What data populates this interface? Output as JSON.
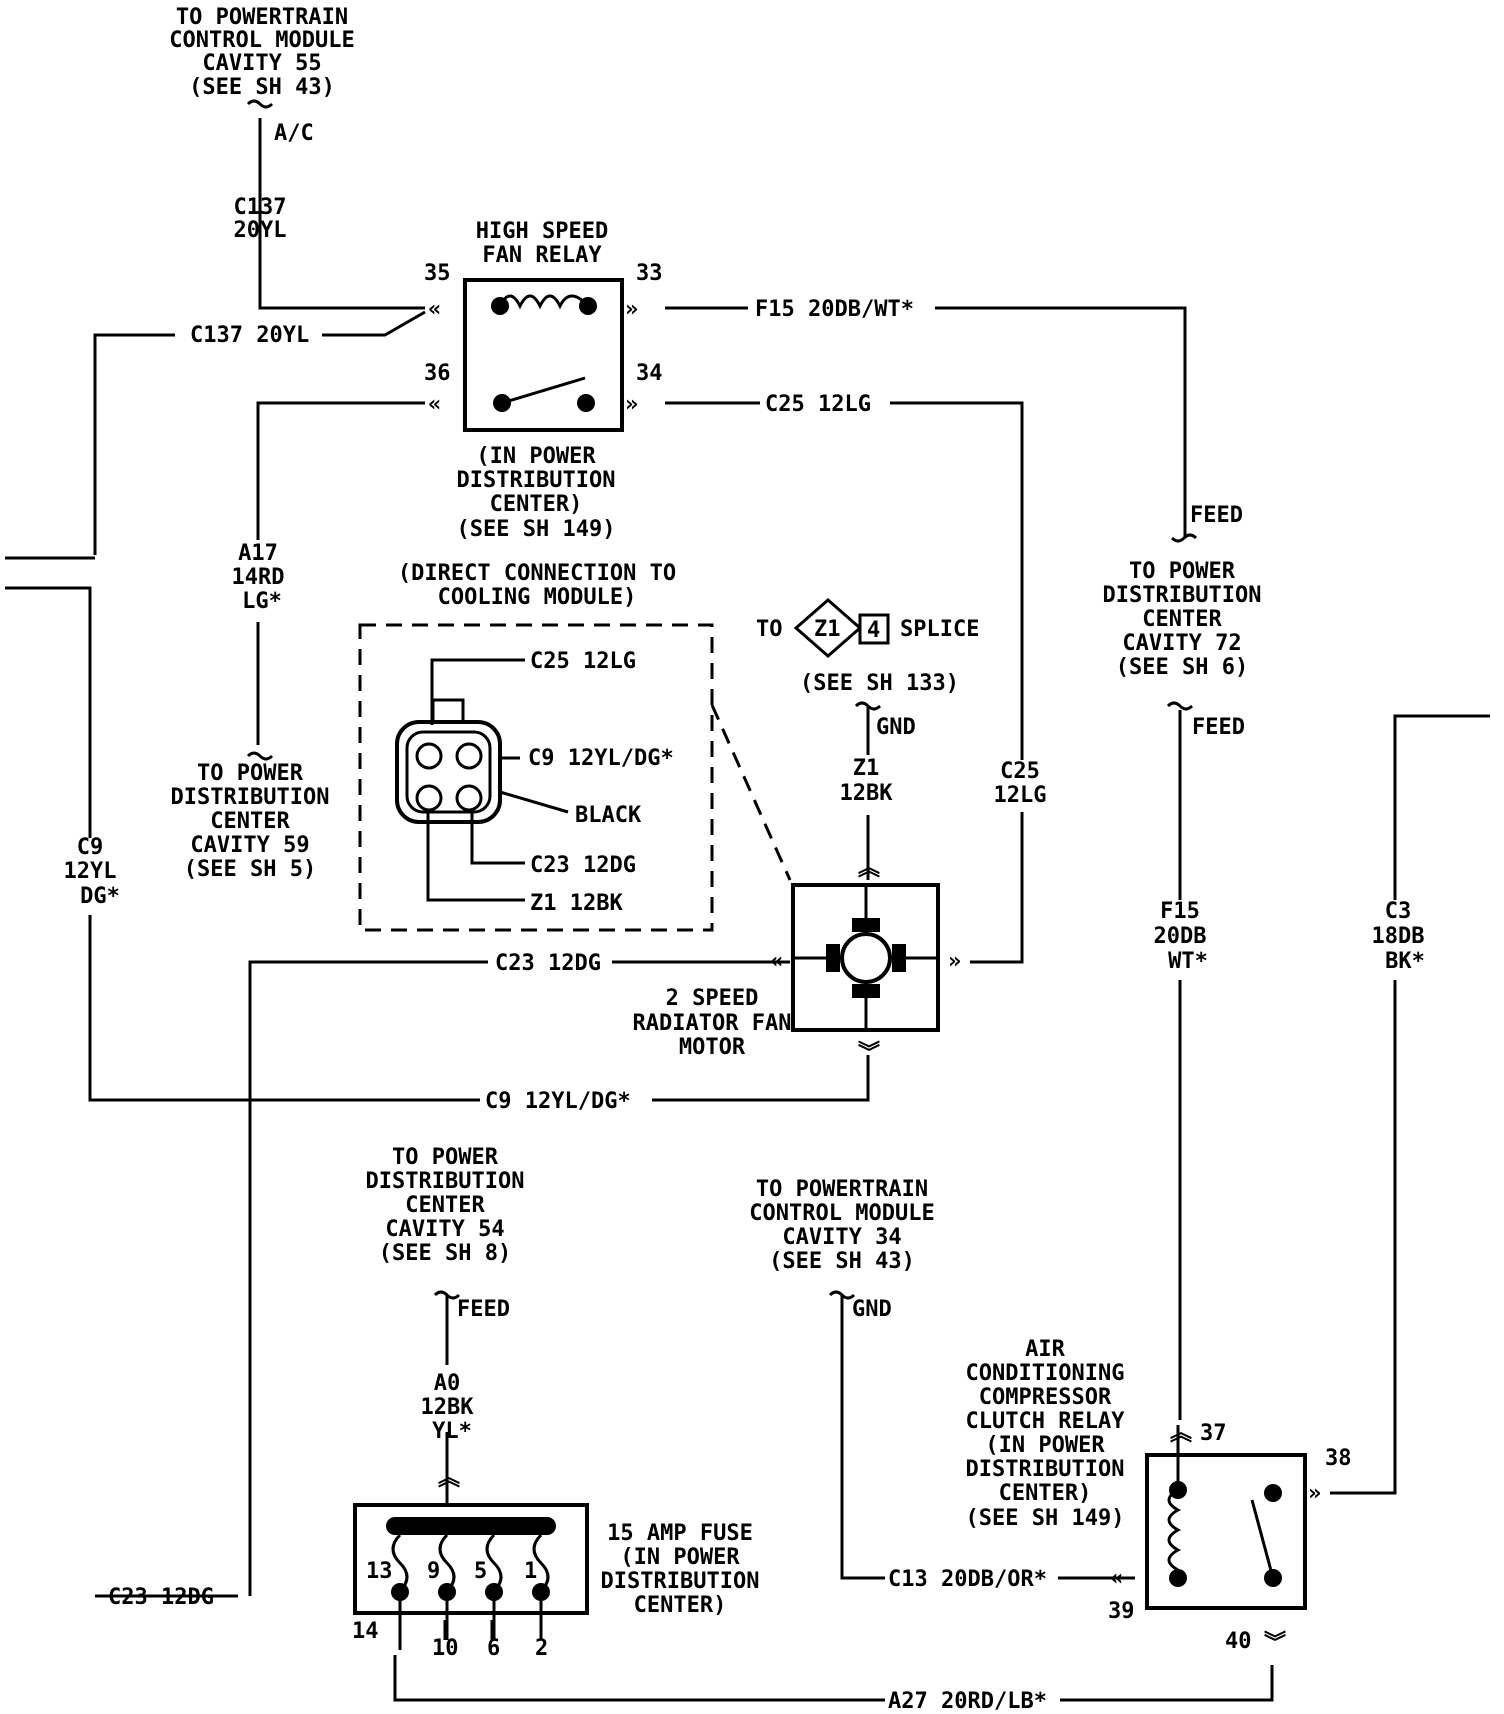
{
  "labels": {
    "pcm_top": [
      "TO POWERTRAIN",
      "CONTROL MODULE",
      "CAVITY 55",
      "(SEE SH 43)"
    ],
    "ac": "A/C",
    "c137_v": [
      "C137",
      "20YL"
    ],
    "c137_h": "C137 20YL",
    "relay_title": [
      "HIGH SPEED",
      "FAN RELAY"
    ],
    "relay_note": [
      "(IN POWER",
      "DISTRIBUTION",
      "CENTER)",
      "(SEE SH 149)"
    ],
    "pin35": "35",
    "pin33": "33",
    "pin36": "36",
    "pin34": "34",
    "f15_top": "F15 20DB/WT*",
    "c25_top": "C25 12LG",
    "feed1": "FEED",
    "pdc72": [
      "TO POWER",
      "DISTRIBUTION",
      "CENTER",
      "CAVITY 72",
      "(SEE SH 6)"
    ],
    "feed2": "FEED",
    "a17": [
      "A17",
      "14RD",
      "LG*"
    ],
    "pdc59": [
      "TO POWER",
      "DISTRIBUTION",
      "CENTER",
      "CAVITY 59",
      "(SEE SH 5)"
    ],
    "direct": [
      "(DIRECT CONNECTION TO",
      "COOLING MODULE)"
    ],
    "conn_c25": "C25 12LG",
    "conn_c9": "C9 12YL/DG*",
    "conn_black": "BLACK",
    "conn_c23": "C23 12DG",
    "conn_z1": "Z1 12BK",
    "to": "TO",
    "z1": "Z1",
    "four": "4",
    "splice": "SPLICE",
    "see133": "(SEE SH 133)",
    "gnd1": "GND",
    "z1_v": [
      "Z1",
      "12BK"
    ],
    "c25_v": [
      "C25",
      "12LG"
    ],
    "c9_left": [
      "C9",
      "12YL",
      "DG*"
    ],
    "c23_mid": "C23 12DG",
    "motor": [
      "2 SPEED",
      "RADIATOR FAN",
      "MOTOR"
    ],
    "c9_bottom": "C9 12YL/DG*",
    "f15_v": [
      "F15",
      "20DB",
      "WT*"
    ],
    "c3_v": [
      "C3",
      "18DB",
      "BK*"
    ],
    "pdc54": [
      "TO POWER",
      "DISTRIBUTION",
      "CENTER",
      "CAVITY 54",
      "(SEE SH 8)"
    ],
    "feed3": "FEED",
    "a0": [
      "A0",
      "12BK",
      "YL*"
    ],
    "pcm34": [
      "TO POWERTRAIN",
      "CONTROL MODULE",
      "CAVITY 34",
      "(SEE SH 43)"
    ],
    "gnd2": "GND",
    "ac_relay": [
      "AIR",
      "CONDITIONING",
      "COMPRESSOR",
      "CLUTCH RELAY",
      "(IN POWER",
      "DISTRIBUTION",
      "CENTER)",
      "(SEE SH 149)"
    ],
    "pin37": "37",
    "pin38": "38",
    "pin39": "39",
    "pin40": "40",
    "fuse": [
      "15 AMP FUSE",
      "(IN POWER",
      "DISTRIBUTION",
      "CENTER)"
    ],
    "fuse_top": [
      "13",
      "9",
      "5",
      "1"
    ],
    "fuse_bot": [
      "14",
      "10",
      "6",
      "2"
    ],
    "c13": "C13 20DB/OR*",
    "c23_bottom": "C23 12DG",
    "a27": "A27 20RD/LB*"
  }
}
